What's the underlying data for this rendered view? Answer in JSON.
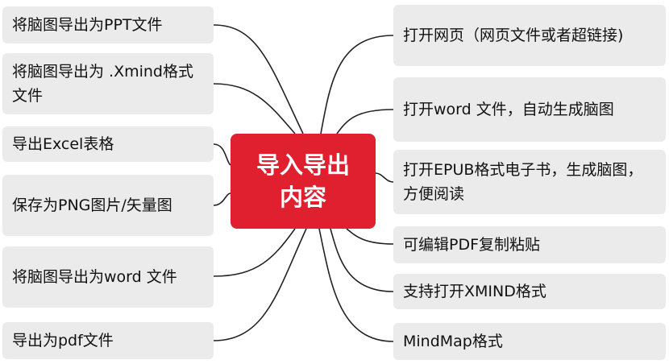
{
  "central": {
    "label": "导入导出内容",
    "color": "#e01f2f"
  },
  "left_branches": [
    "将脑图导出为PPT文件",
    "将脑图导出为 .Xmind格式文件",
    "导出Excel表格",
    "保存为PNG图片/矢量图",
    "将脑图导出为word 文件",
    "导出为pdf文件"
  ],
  "right_branches": [
    " 打开网页（网页文件或者超链接)",
    "打开word 文件，自动生成脑图",
    "打开EPUB格式电子书，生成脑图，方便阅读",
    "可编辑PDF复制粘贴",
    "支持打开XMIND格式",
    "MindMap格式"
  ],
  "colors": {
    "node_bg": "#ebebeb",
    "connector": "#222222"
  }
}
